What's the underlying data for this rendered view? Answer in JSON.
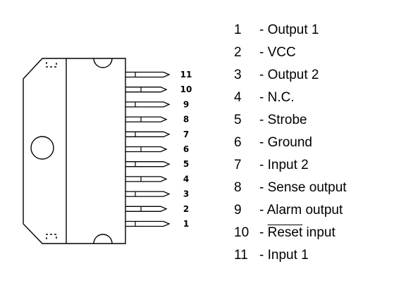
{
  "pins": [
    {
      "number": "1",
      "dash": "- ",
      "label": "Output 1"
    },
    {
      "number": "2",
      "dash": "- ",
      "label": "VCC"
    },
    {
      "number": "3",
      "dash": "- ",
      "label": "Output 2"
    },
    {
      "number": "4",
      "dash": "- ",
      "label": "N.C."
    },
    {
      "number": "5",
      "dash": "- ",
      "label": "Strobe"
    },
    {
      "number": "6",
      "dash": "- ",
      "label": "Ground"
    },
    {
      "number": "7",
      "dash": "- ",
      "label": "Input 2"
    },
    {
      "number": "8",
      "dash": "- ",
      "label": "Sense output"
    },
    {
      "number": "9",
      "dash": "- ",
      "label": "Alarm output"
    },
    {
      "number": "10",
      "dash": "- ",
      "label_overlined": "Reset",
      "label_rest": " input"
    },
    {
      "number": "11",
      "dash": "- ",
      "label": "Input 1"
    }
  ]
}
